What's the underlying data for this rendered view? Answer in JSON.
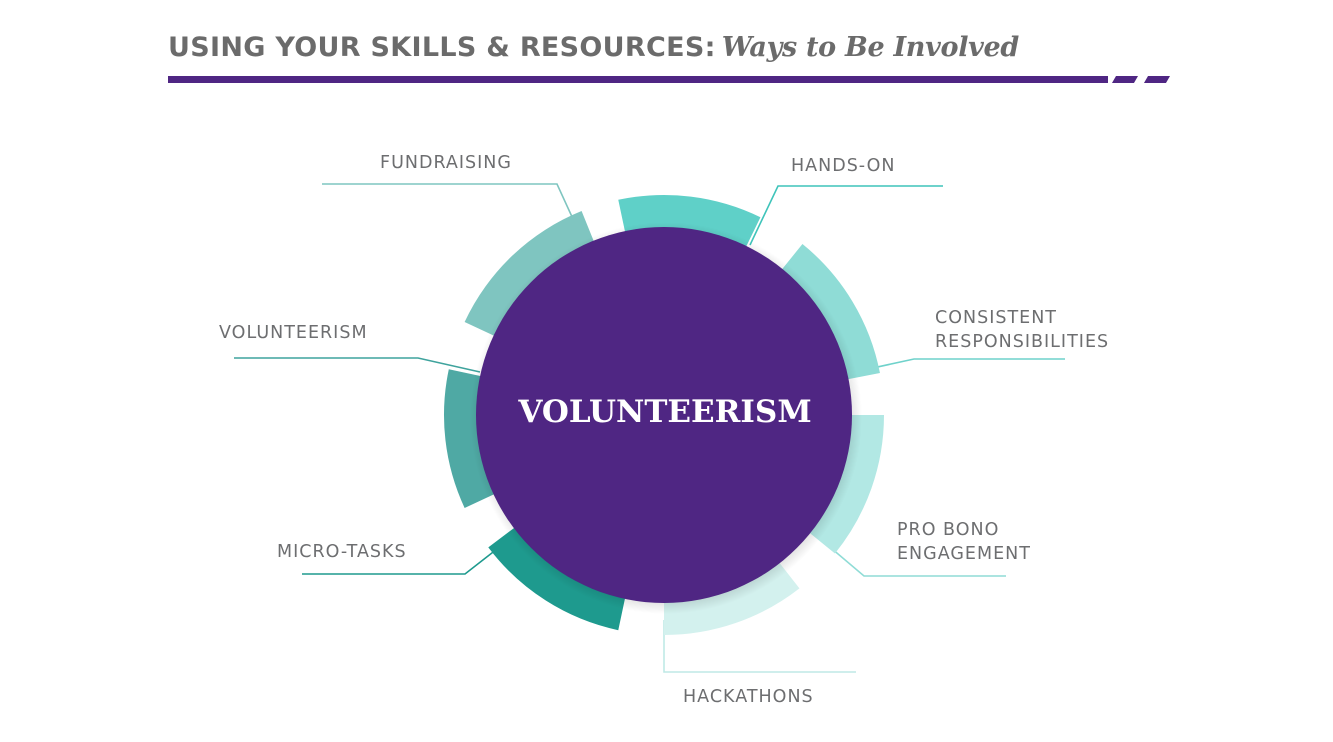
{
  "header": {
    "title_caps": "USING YOUR SKILLS & RESOURCES:",
    "title_italic": "Ways to Be Involved"
  },
  "colors": {
    "purple": "#4f2683",
    "text_gray": "#6d6e70"
  },
  "center": {
    "label": "VOLUNTEERISM",
    "color": "#4f2683"
  },
  "segments": [
    {
      "id": "fundraising",
      "label_lines": [
        "FUNDRAISING"
      ],
      "color": "#7fc5c0",
      "start_deg": 205,
      "end_deg": 248
    },
    {
      "id": "hands-on",
      "label_lines": [
        "HANDS-ON"
      ],
      "color": "#5fd0c8",
      "start_deg": 258,
      "end_deg": 296
    },
    {
      "id": "consistent-responsibilities",
      "label_lines": [
        "CONSISTENT",
        "RESPONSIBILITIES"
      ],
      "color": "#8fdcd6",
      "start_deg": 309,
      "end_deg": 349
    },
    {
      "id": "pro-bono-engagement",
      "label_lines": [
        "PRO BONO",
        "ENGAGEMENT"
      ],
      "color": "#b2e8e4",
      "start_deg": 0,
      "end_deg": 39
    },
    {
      "id": "hackathons",
      "label_lines": [
        "HACKATHONS"
      ],
      "color": "#d3f1ee",
      "start_deg": 52,
      "end_deg": 90
    },
    {
      "id": "micro-tasks",
      "label_lines": [
        "MICRO-TASKS"
      ],
      "color": "#1e9a8e",
      "start_deg": 102,
      "end_deg": 143
    },
    {
      "id": "volunteerism",
      "label_lines": [
        "VOLUNTEERISM"
      ],
      "color": "#4fa9a4",
      "start_deg": 155,
      "end_deg": 192
    }
  ]
}
